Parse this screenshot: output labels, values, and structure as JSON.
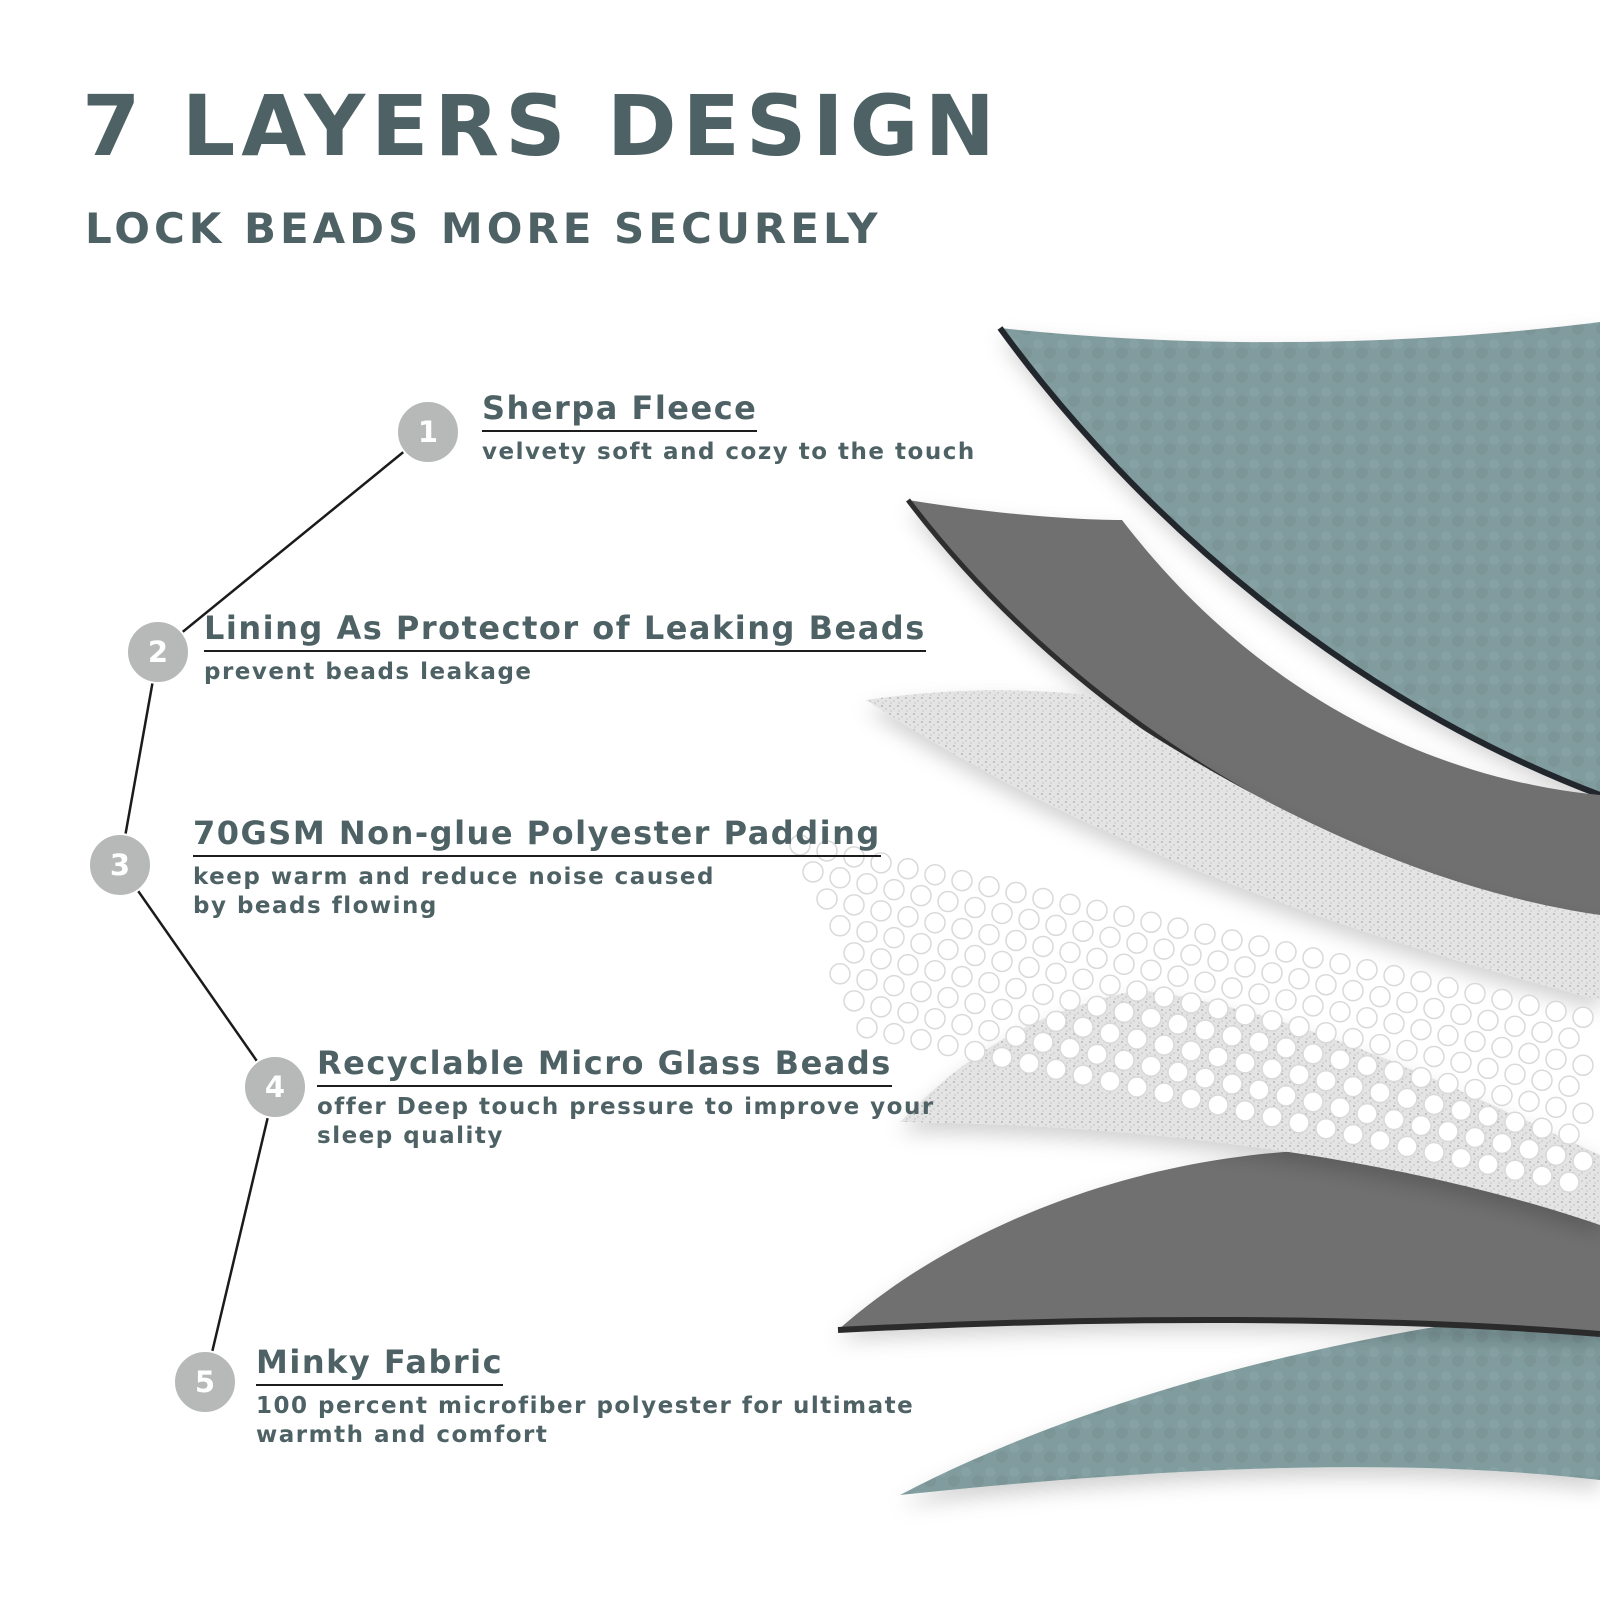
{
  "header": {
    "title": "7 LAYERS DESIGN",
    "subtitle": "LOCK BEADS MORE SECURELY"
  },
  "layers": [
    {
      "number": "1",
      "title": "Sherpa Fleece",
      "description": "velvety soft and cozy to the touch"
    },
    {
      "number": "2",
      "title": "Lining As Protector of Leaking Beads",
      "description": "prevent beads leakage"
    },
    {
      "number": "3",
      "title": "70GSM Non-glue Polyester Padding",
      "description": "keep warm and reduce noise caused\nby beads flowing"
    },
    {
      "number": "4",
      "title": "Recyclable Micro Glass Beads",
      "description": "offer Deep touch pressure to improve your\nsleep quality"
    },
    {
      "number": "5",
      "title": "Minky Fabric",
      "description": "100 percent microfiber polyester for ultimate\nwarmth and comfort"
    }
  ],
  "colors": {
    "text": "#4e6265",
    "marker": "#b7b9b9",
    "fleece": "#7f9a9c",
    "lining": "#6e6e6e",
    "padding": "#e3e3e3",
    "beads": "#ffffff"
  }
}
